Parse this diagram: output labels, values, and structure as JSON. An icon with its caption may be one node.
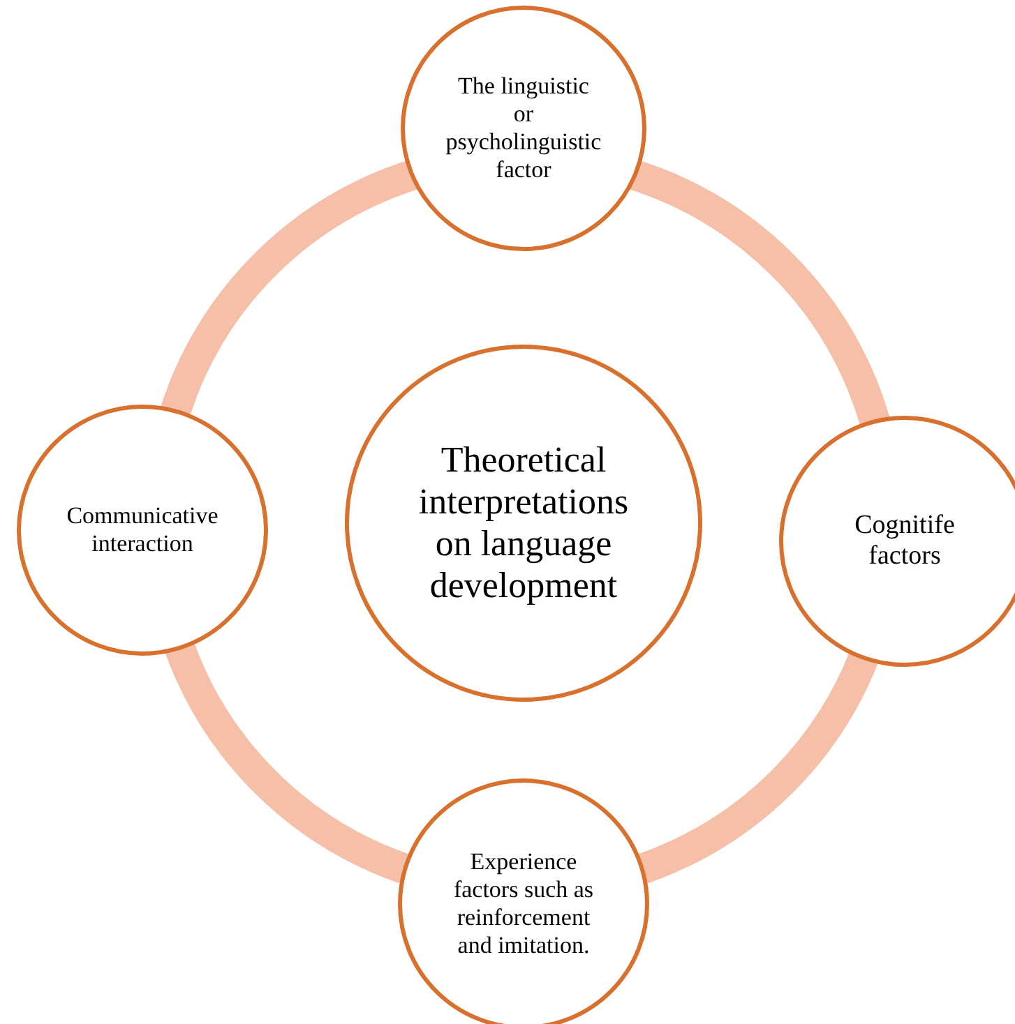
{
  "diagram": {
    "nodes": [
      {
        "text": [
          "Theoretical interpretations on language development"
        ]
      },
      {
        "text": [
          "The linguistic or psycholinguistic factor"
        ]
      },
      {
        "text": [
          "Cognitife factors"
        ]
      },
      {
        "text": [
          "Experience factors such as reinforcement and imitation."
        ]
      },
      {
        "text": [
          "Communicative interaction"
        ]
      }
    ]
  }
}
